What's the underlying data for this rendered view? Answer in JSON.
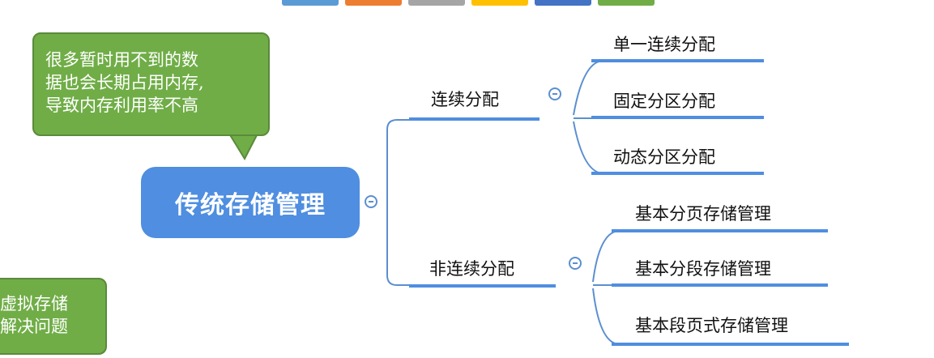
{
  "root": {
    "label": "传统存储管理"
  },
  "branches": [
    {
      "label": "连续分配",
      "children": [
        "单一连续分配",
        "固定分区分配",
        "动态分区分配"
      ]
    },
    {
      "label": "非连续分配",
      "children": [
        "基本分页存储管理",
        "基本分段存储管理",
        "基本段页式存储管理"
      ]
    }
  ],
  "callouts": {
    "top": {
      "lines": [
        "很多暂时用不到的数",
        "据也会长期占用内存,",
        "导致内存利用率不高"
      ]
    },
    "bottom": {
      "lines": [
        "虚拟存储",
        "解决问题"
      ]
    }
  },
  "colors": {
    "root_fill": "#4f8ee0",
    "connector": "#5b8fd0",
    "callout_fill": "#70ad47",
    "tab_swatches": [
      "#5b9bd5",
      "#ed7d31",
      "#a5a5a5",
      "#ffc000",
      "#4472c4",
      "#70ad47"
    ]
  }
}
